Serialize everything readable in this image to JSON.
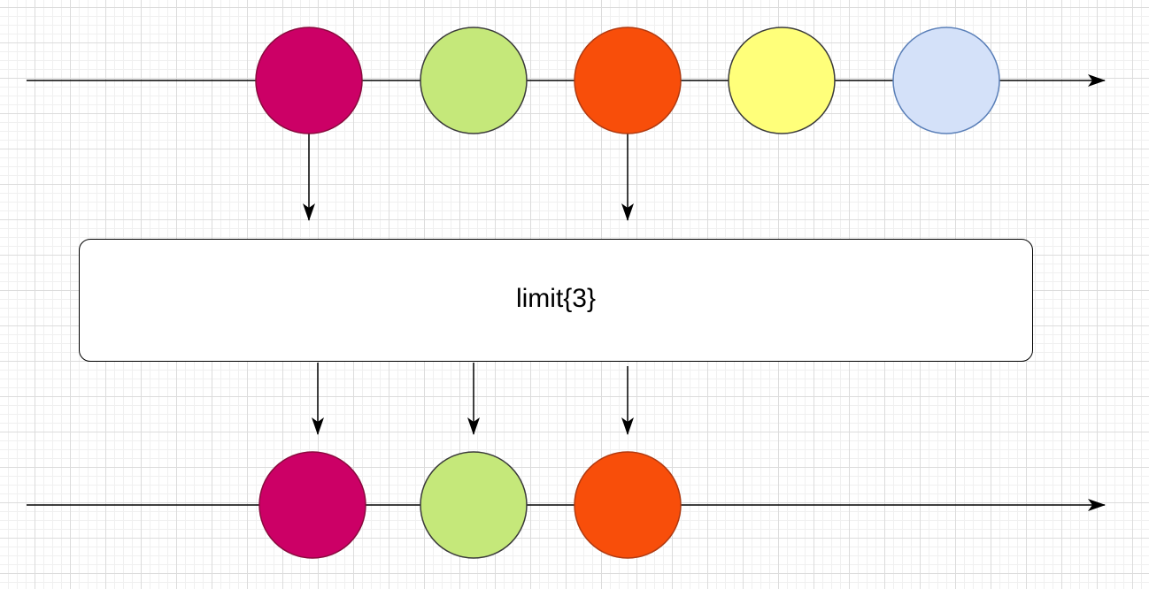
{
  "operator": {
    "label": "limit{3}"
  },
  "input_stream": {
    "marbles": [
      {
        "name": "marble-1",
        "fill": "#cc0066",
        "stroke": "#8a0a3e"
      },
      {
        "name": "marble-2",
        "fill": "#c5e87a",
        "stroke": "#3a3a3a"
      },
      {
        "name": "marble-3",
        "fill": "#f84e0a",
        "stroke": "#b13a10"
      },
      {
        "name": "marble-4",
        "fill": "#ffff7a",
        "stroke": "#3a3a3a"
      },
      {
        "name": "marble-5",
        "fill": "#d4e1f9",
        "stroke": "#5a7fb8"
      }
    ]
  },
  "output_stream": {
    "marbles": [
      {
        "name": "marble-1",
        "fill": "#cc0066",
        "stroke": "#8a0a3e"
      },
      {
        "name": "marble-2",
        "fill": "#c5e87a",
        "stroke": "#3a3a3a"
      },
      {
        "name": "marble-3",
        "fill": "#f84e0a",
        "stroke": "#b13a10"
      }
    ]
  },
  "colors": {
    "line": "#000000",
    "box_border": "#000000",
    "grid_major": "#dcdcdc",
    "grid_minor": "#f0f0f0"
  }
}
